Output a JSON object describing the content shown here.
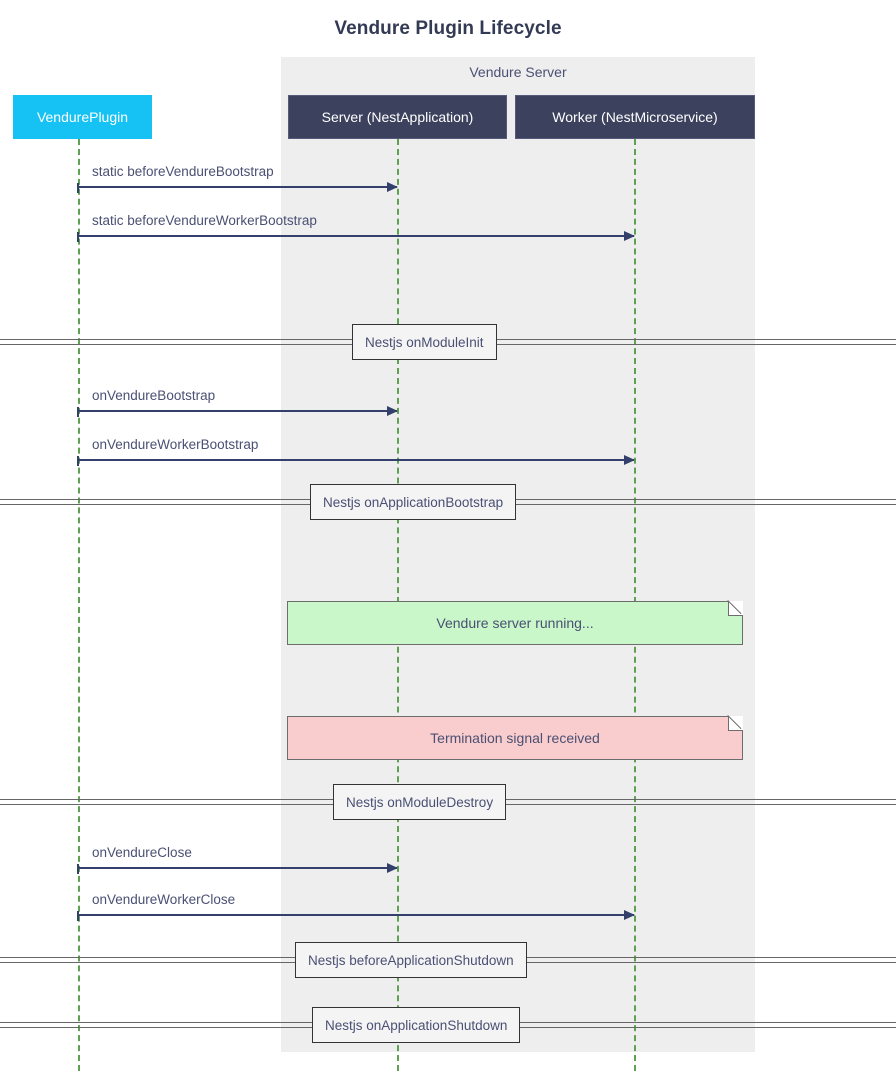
{
  "title": "Vendure Plugin Lifecycle",
  "group": {
    "label": "Vendure Server"
  },
  "actors": [
    {
      "id": "plugin",
      "label": "VendurePlugin",
      "color": "#16c2f3",
      "text_color": "#ffffff"
    },
    {
      "id": "server",
      "label": "Server (NestApplication)",
      "color": "#3c415e",
      "text_color": "#ffffff"
    },
    {
      "id": "worker",
      "label": "Worker (NestMicroservice)",
      "color": "#3c415e",
      "text_color": "#ffffff"
    }
  ],
  "messages": [
    {
      "label": "static beforeVendureBootstrap",
      "from": "plugin",
      "to": "server"
    },
    {
      "label": "static beforeVendureWorkerBootstrap",
      "from": "plugin",
      "to": "worker"
    },
    {
      "label": "onVendureBootstrap",
      "from": "plugin",
      "to": "server"
    },
    {
      "label": "onVendureWorkerBootstrap",
      "from": "plugin",
      "to": "worker"
    },
    {
      "label": "onVendureClose",
      "from": "plugin",
      "to": "server"
    },
    {
      "label": "onVendureWorkerClose",
      "from": "plugin",
      "to": "worker"
    }
  ],
  "dividers": [
    {
      "label": "Nestjs onModuleInit"
    },
    {
      "label": "Nestjs onApplicationBootstrap"
    },
    {
      "label": "Nestjs onModuleDestroy"
    },
    {
      "label": "Nestjs beforeApplicationShutdown"
    },
    {
      "label": "Nestjs onApplicationShutdown"
    }
  ],
  "notes": [
    {
      "label": "Vendure server running...",
      "color": "#c9f7c9"
    },
    {
      "label": "Termination signal received",
      "color": "#f9cdcd"
    }
  ],
  "colors": {
    "lifeline": "#5fa052",
    "arrow": "#33406c",
    "group_background": "#eeeeee",
    "text": "#4a5073",
    "divider_line": "#666666"
  }
}
